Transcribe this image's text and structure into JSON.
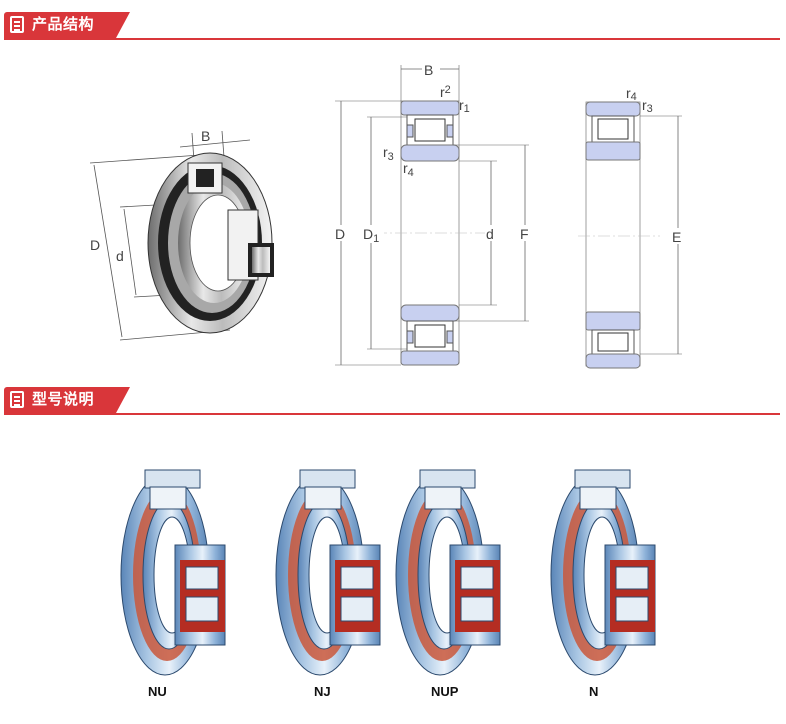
{
  "sections": {
    "structure_title": "产品结构",
    "model_title": "型号说明"
  },
  "diagram_labels": {
    "iso": {
      "B": "B",
      "D": "D",
      "d": "d"
    },
    "side": {
      "B": "B",
      "r1": "r",
      "r1_sub": "1",
      "r2": "r",
      "r2_sub": "2",
      "r3": "r",
      "r3_sub": "3",
      "r4": "r",
      "r4_sub": "4",
      "D": "D",
      "D1": "D",
      "D1_sub": "1",
      "d": "d",
      "F": "F"
    },
    "side2": {
      "r3": "r",
      "r3_sub": "3",
      "r4": "r",
      "r4_sub": "4",
      "E": "E"
    }
  },
  "bearing_types": [
    "NU",
    "NJ",
    "NUP",
    "N"
  ],
  "colors": {
    "accent": "#d9363a",
    "cross_section": "#c8d0f0",
    "ring": "#8fb3d9",
    "cage": "#c0392b"
  }
}
